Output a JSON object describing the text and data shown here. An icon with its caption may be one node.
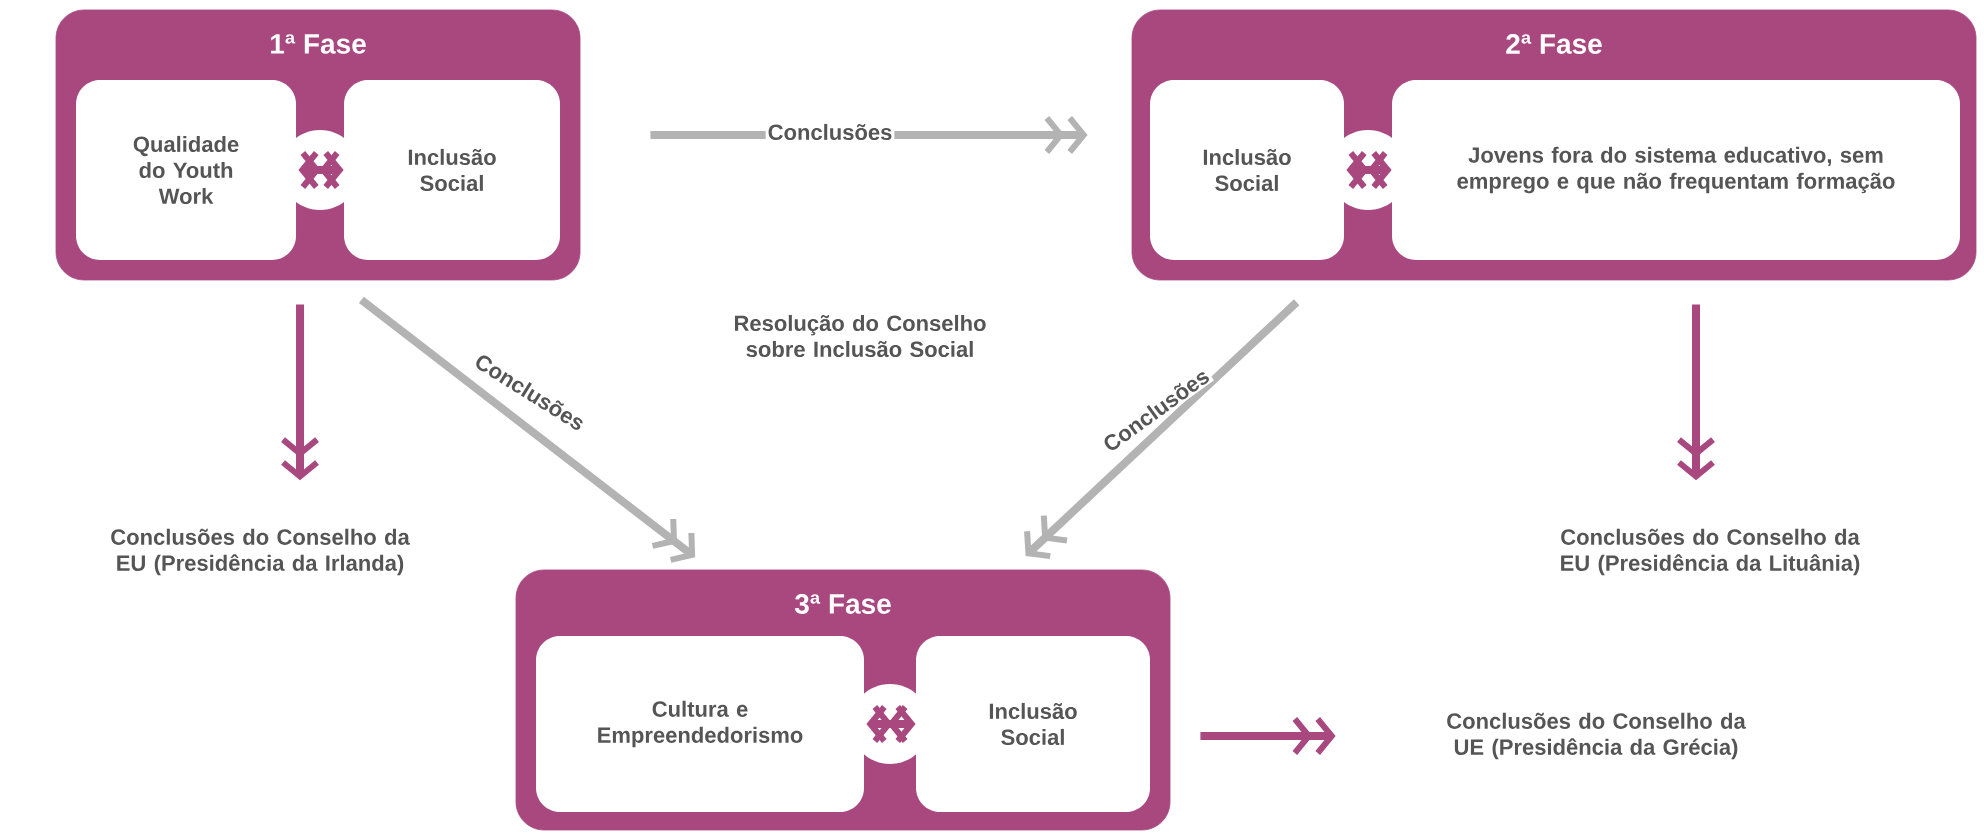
{
  "diagram": {
    "nodes": [
      {
        "text": [
          "1ª Fase"
        ]
      },
      {
        "text": [
          "Qualidade do Youth Work"
        ],
        "in": 0
      },
      {
        "text": [
          "Inclusão Social"
        ],
        "in": 0
      },
      {
        "text": [
          "2ª Fase"
        ]
      },
      {
        "text": [
          "Inclusão Social"
        ],
        "in": 3
      },
      {
        "text": [
          "Jovens fora do sistema educativo, sem emprego e que não frequentam formação"
        ],
        "in": 3
      },
      {
        "text": [
          "3ª Fase"
        ]
      },
      {
        "text": [
          "Cultura e Empreendedorismo"
        ],
        "in": 6
      },
      {
        "text": [
          "Inclusão Social"
        ],
        "in": 6
      },
      {
        "text": [
          "Conclusões do Conselho da EU (Presidência da Irlanda)"
        ]
      },
      {
        "text": [
          "Conclusões do Conselho da EU (Presidência da Lituânia)"
        ]
      },
      {
        "text": [
          "Conclusões do Conselho da UE (Presidência da Grécia)"
        ]
      }
    ],
    "edges": [
      {
        "from": 1,
        "to": 2,
        "arrow": "both"
      },
      {
        "from": 4,
        "to": 5,
        "arrow": "both"
      },
      {
        "from": 7,
        "to": 8,
        "arrow": "both"
      },
      {
        "from": 0,
        "to": 3,
        "arrow": "to",
        "label": "Conclusões",
        "color": "#b3b3b3"
      },
      {
        "from": 0,
        "to": 9,
        "arrow": "to"
      },
      {
        "from": 0,
        "to": 6,
        "arrow": "to",
        "label": "Conclusões",
        "color": "#b3b3b3"
      },
      {
        "from": 3,
        "to": 6,
        "arrow": "to",
        "label": "Conclusões",
        "color": "#b3b3b3"
      },
      {
        "from": 3,
        "to": 10,
        "arrow": "to"
      },
      {
        "from": 6,
        "to": 11,
        "arrow": "to"
      }
    ],
    "labels": [
      "Resolução do Conselho sobre Inclusão Social"
    ]
  }
}
